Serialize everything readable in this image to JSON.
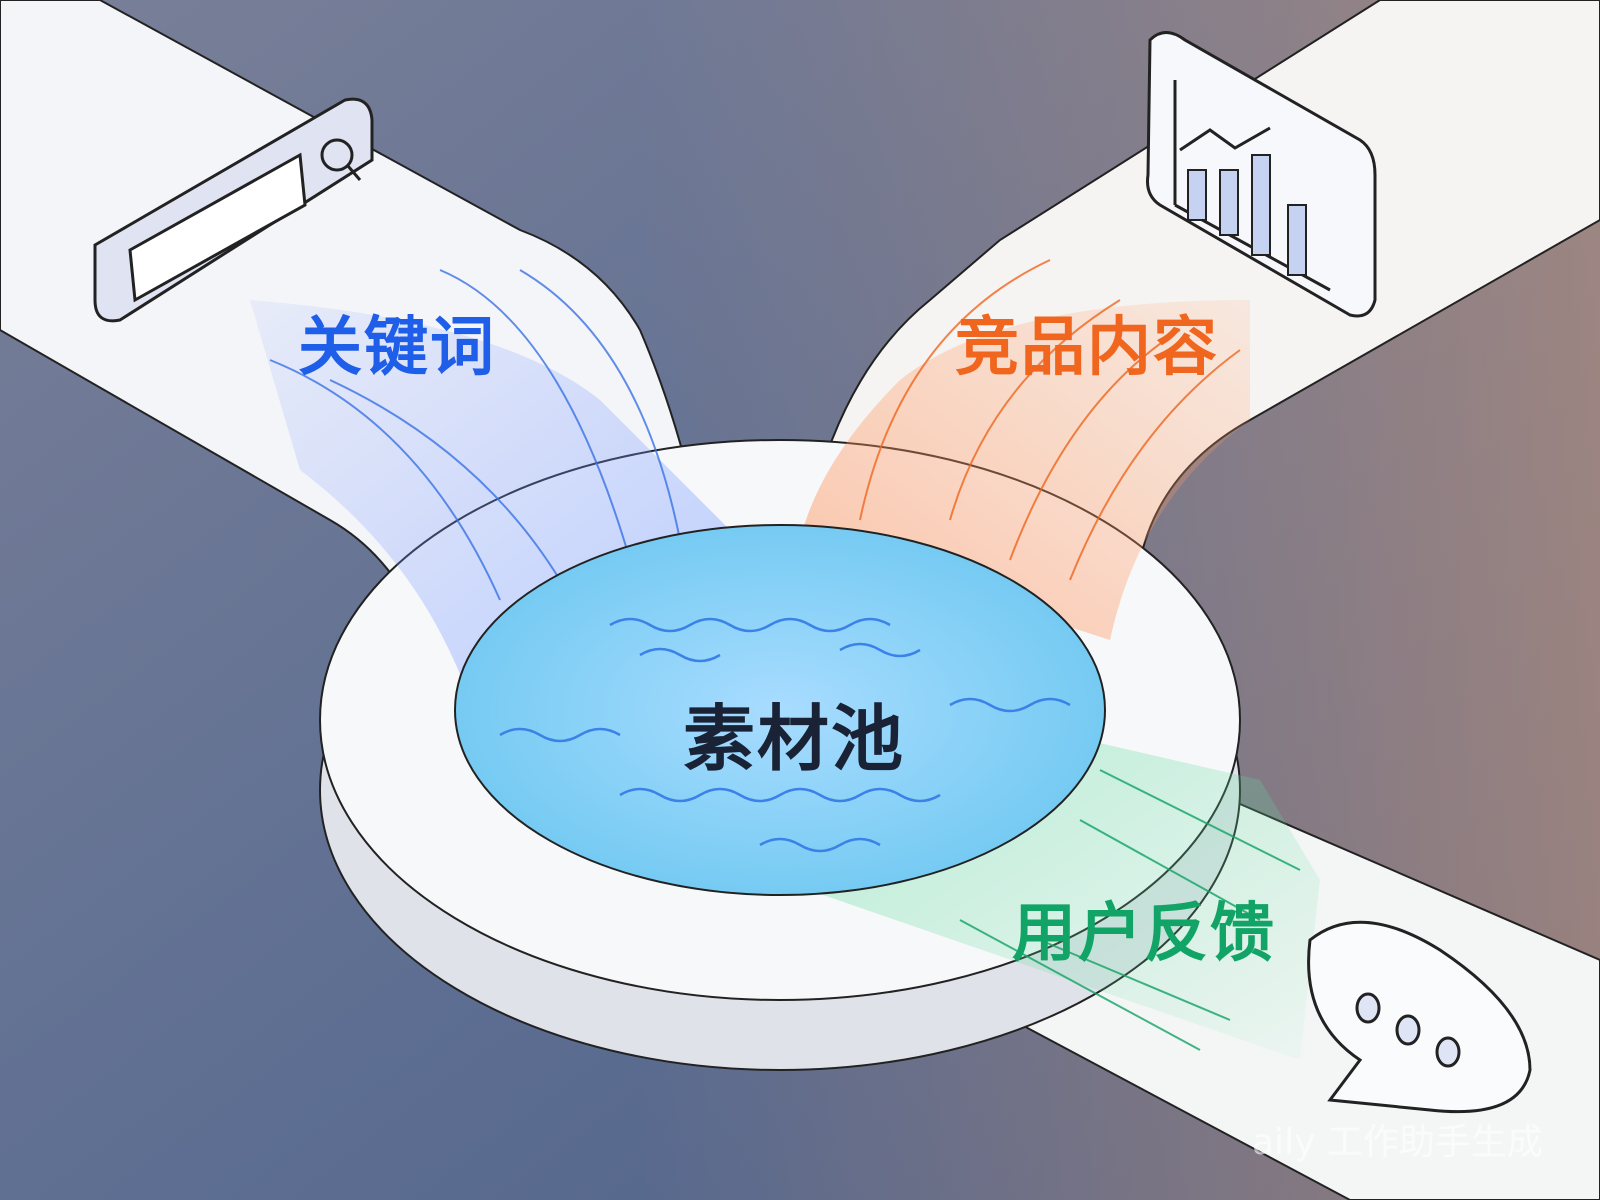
{
  "labels": {
    "keywords": "关键词",
    "competitor_content": "竞品内容",
    "user_feedback": "用户反馈",
    "material_pool": "素材池"
  },
  "watermark": "aily 工作助手生成",
  "colors": {
    "keywords": "#1f5ee8",
    "competitor": "#f0661e",
    "feedback": "#12a366",
    "pool": "#7fd3f5"
  }
}
